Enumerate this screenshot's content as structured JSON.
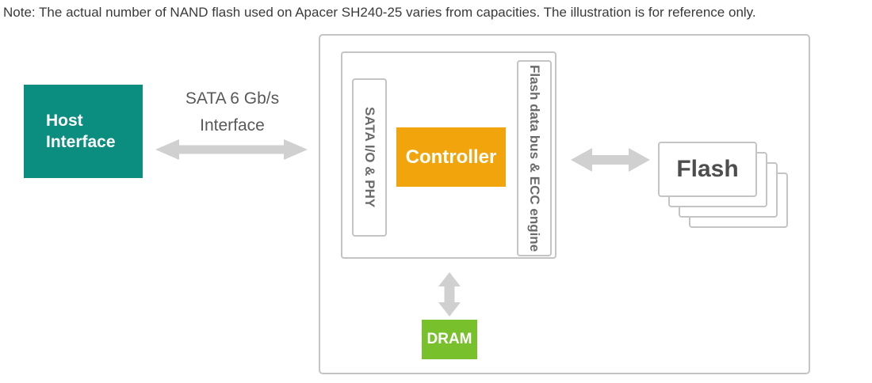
{
  "note": {
    "text": "Note: The actual number of NAND flash used on Apacer SH240-25 varies from capacities. The illustration is for reference only."
  },
  "colors": {
    "teal_host": "#0B8E7F",
    "orange_controller": "#F1A40B",
    "green_dram": "#78C02C",
    "arrow_gray": "#D0D0D0",
    "border_gray": "#C4C4C4",
    "label_gray": "#595959",
    "vertical_text_gray": "#6B6B6B",
    "flash_text_gray": "#4D4D4D",
    "note_text_gray": "#3A3A3A",
    "white_text": "#FFFFFF"
  },
  "diagram": {
    "host_interface": {
      "lines": [
        "Host",
        "Interface"
      ]
    },
    "sata_interface": {
      "lines": [
        "SATA 6 Gb/s",
        "Interface"
      ]
    },
    "ssd_internal": {
      "sata_io_phy_label": "SATA I/O & PHY",
      "controller_label": "Controller",
      "flash_bus_ecc_label": "Flash data bus & ECC engine",
      "dram_label": "DRAM"
    },
    "flash": {
      "label": "Flash",
      "stack_count": 4
    }
  },
  "icons": {
    "host_ssd_arrow": "bidirectional-horizontal-arrow",
    "controller_flash_arrow": "bidirectional-horizontal-arrow",
    "controller_dram_arrow": "bidirectional-vertical-arrow"
  }
}
